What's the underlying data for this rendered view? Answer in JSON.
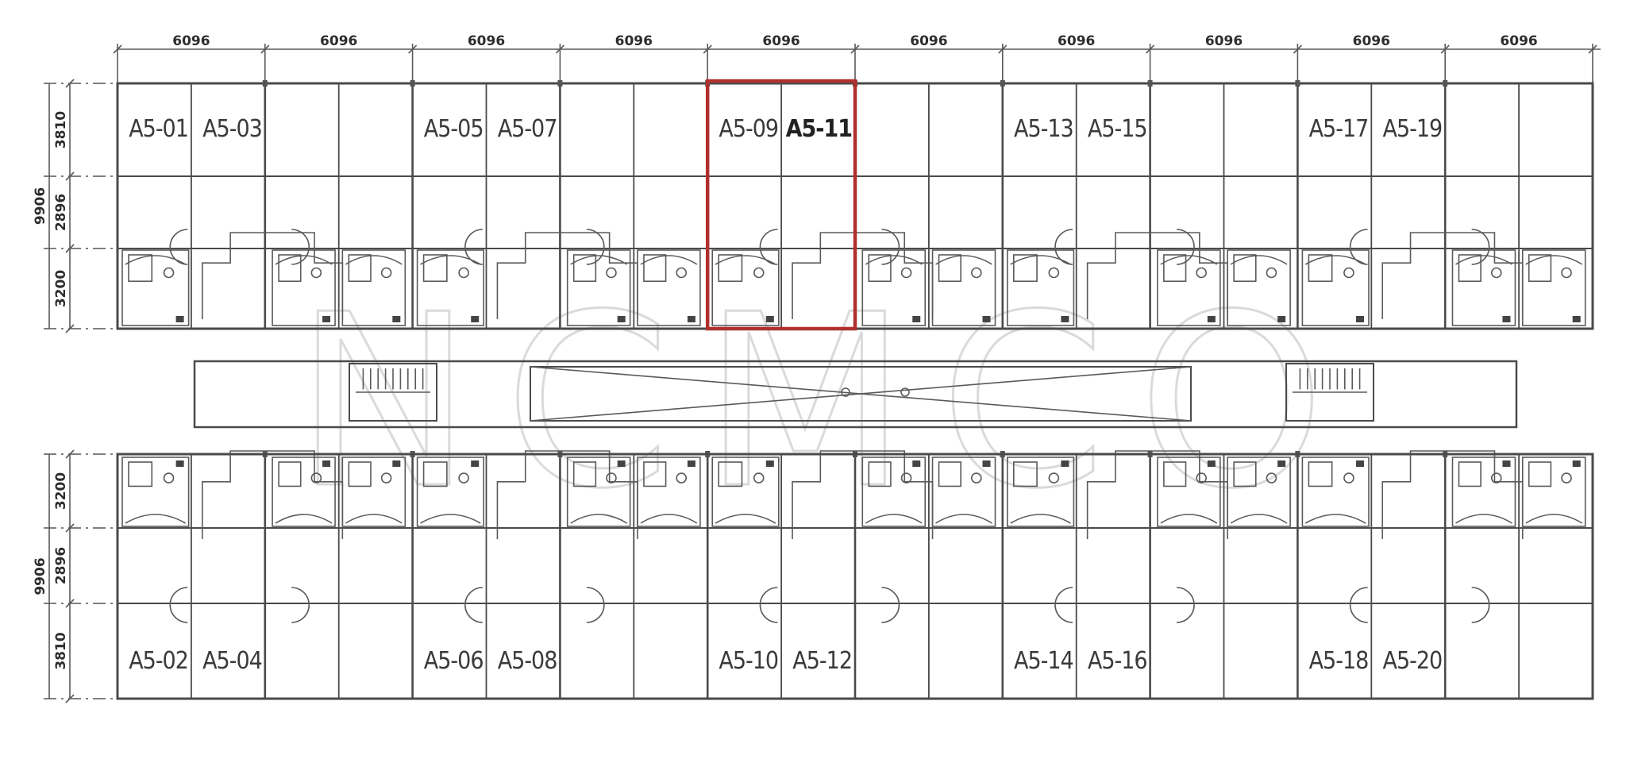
{
  "diagram": {
    "top_dimensions": [
      "6096",
      "6096",
      "6096",
      "6096",
      "6096",
      "6096",
      "6096",
      "6096",
      "6096",
      "6096"
    ],
    "left_dimensions_top": {
      "total": "9906",
      "rows": [
        "3810",
        "2896",
        "3200"
      ]
    },
    "left_dimensions_bottom": {
      "total": "9906",
      "rows": [
        "3200",
        "2896",
        "3810"
      ]
    },
    "units_top": [
      {
        "label": "A5-01",
        "col": 1
      },
      {
        "label": "A5-03",
        "col": 2
      },
      {
        "label": "A5-05",
        "col": 5
      },
      {
        "label": "A5-07",
        "col": 6
      },
      {
        "label": "A5-09",
        "col": 9,
        "highlight": true
      },
      {
        "label": "A5-11",
        "col": 10,
        "bold": true
      },
      {
        "label": "A5-13",
        "col": 13
      },
      {
        "label": "A5-15",
        "col": 14
      },
      {
        "label": "A5-17",
        "col": 17
      },
      {
        "label": "A5-19",
        "col": 18
      }
    ],
    "units_bottom": [
      {
        "label": "A5-02",
        "col": 1
      },
      {
        "label": "A5-04",
        "col": 2
      },
      {
        "label": "A5-06",
        "col": 5
      },
      {
        "label": "A5-08",
        "col": 6
      },
      {
        "label": "A5-10",
        "col": 9
      },
      {
        "label": "A5-12",
        "col": 10
      },
      {
        "label": "A5-14",
        "col": 13
      },
      {
        "label": "A5-16",
        "col": 14
      },
      {
        "label": "A5-18",
        "col": 17
      },
      {
        "label": "A5-20",
        "col": 18
      }
    ],
    "highlight_color": "#b03030",
    "watermark_text": "NCMCO"
  }
}
